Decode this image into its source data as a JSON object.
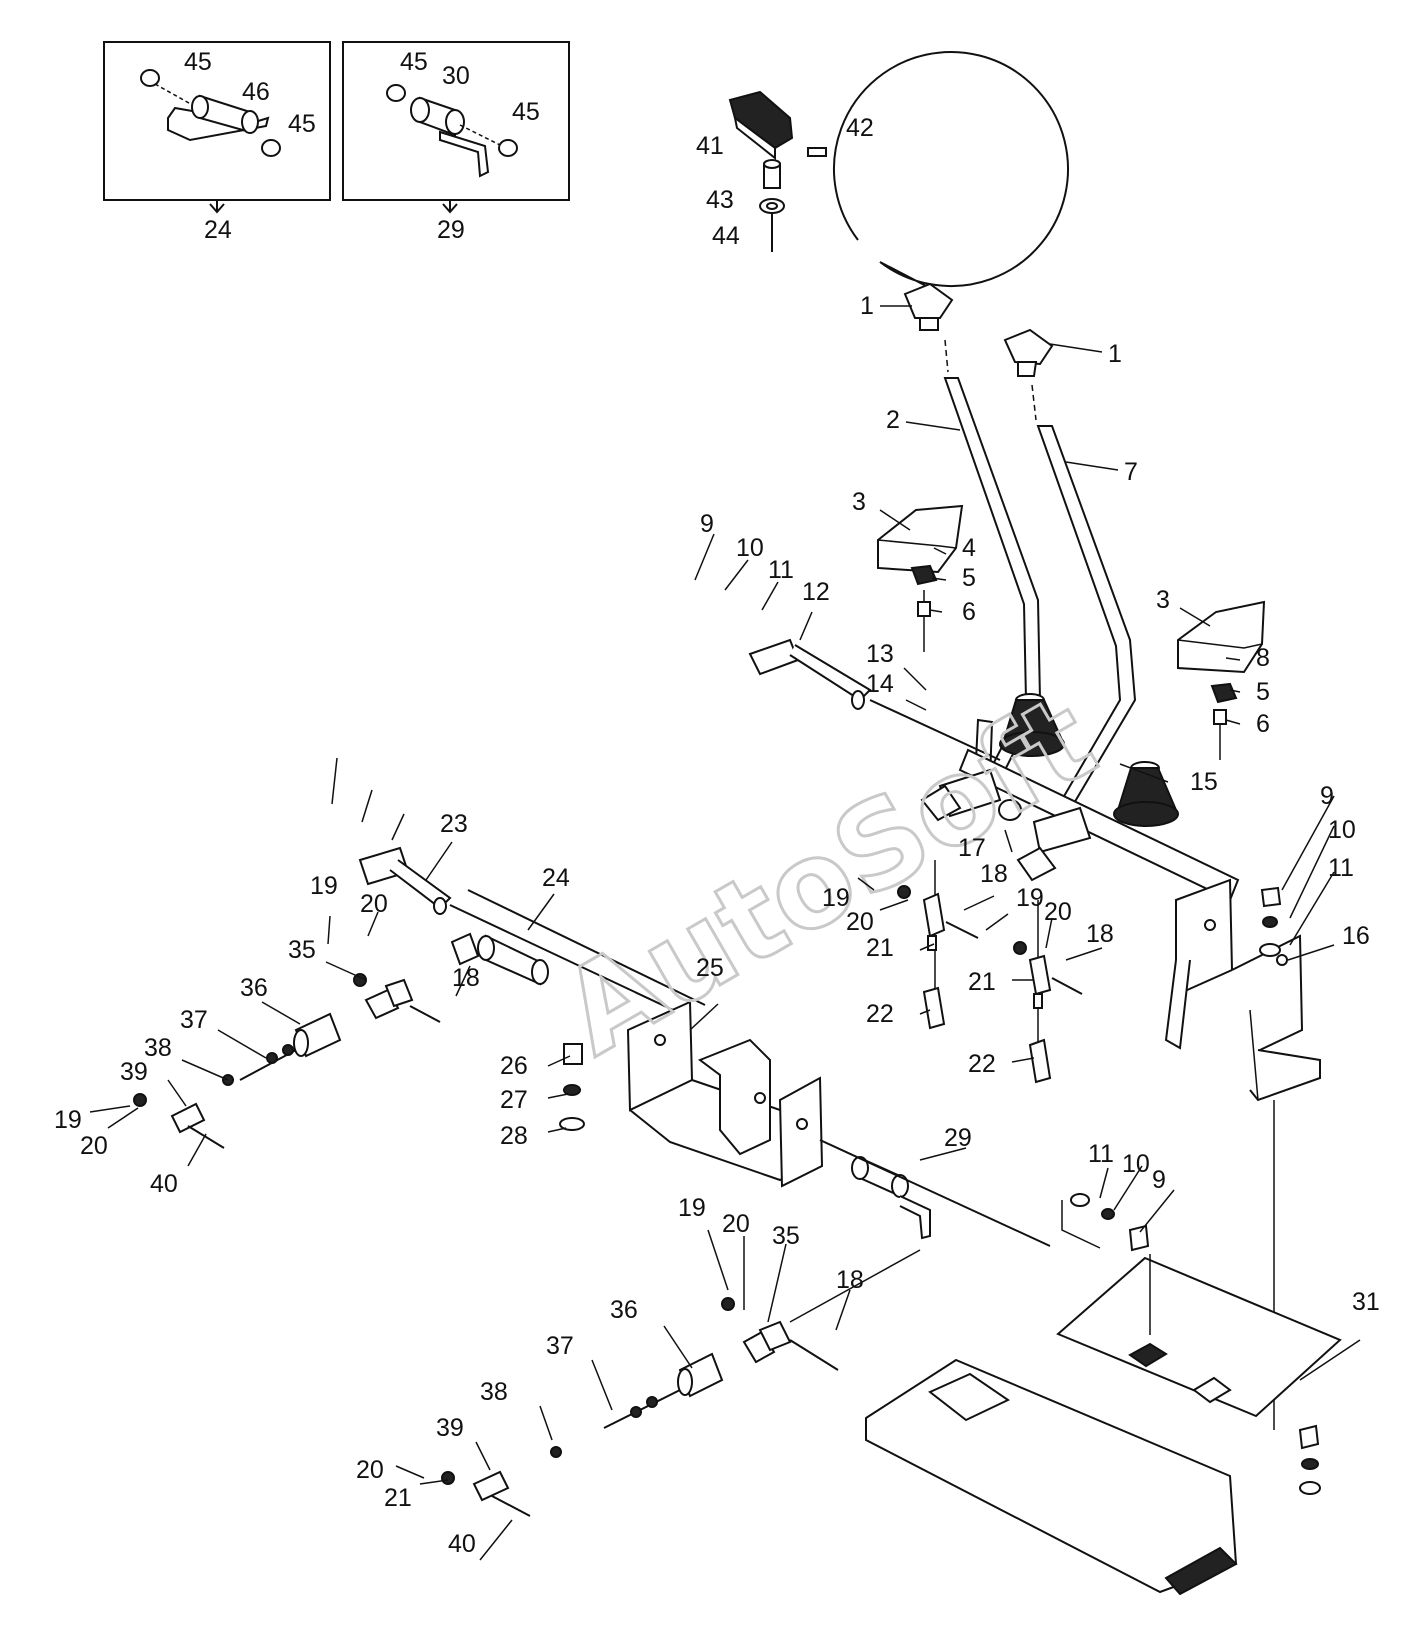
{
  "watermark": "AutoSoft",
  "insets": [
    {
      "caption": "24",
      "labels": [
        "45",
        "46",
        "45"
      ]
    },
    {
      "caption": "29",
      "labels": [
        "45",
        "30",
        "45"
      ]
    }
  ],
  "detail_circle": {
    "labels": [
      "41",
      "42",
      "43",
      "44"
    ]
  },
  "callouts": [
    "1",
    "1",
    "2",
    "7",
    "3",
    "4",
    "5",
    "6",
    "3",
    "8",
    "5",
    "6",
    "9",
    "10",
    "11",
    "12",
    "13",
    "14",
    "15",
    "16",
    "17",
    "9",
    "10",
    "11",
    "23",
    "24",
    "19",
    "20",
    "35",
    "18",
    "36",
    "37",
    "38",
    "39",
    "19",
    "20",
    "40",
    "18",
    "19",
    "20",
    "21",
    "22",
    "19",
    "20",
    "18",
    "21",
    "22",
    "9",
    "10",
    "11",
    "25",
    "26",
    "27",
    "28",
    "29",
    "11",
    "10",
    "9",
    "19",
    "20",
    "35",
    "18",
    "36",
    "37",
    "38",
    "39",
    "20",
    "21",
    "40",
    "31"
  ]
}
